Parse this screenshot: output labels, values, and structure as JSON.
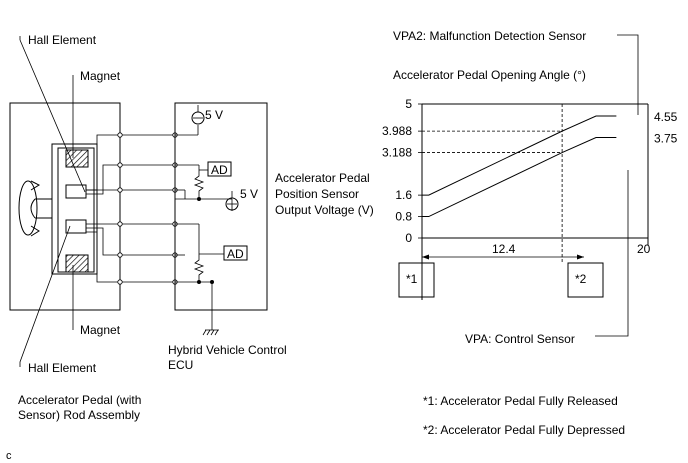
{
  "left": {
    "hall_element_top": "Hall Element",
    "magnet_top": "Magnet",
    "magnet_bottom": "Magnet",
    "hall_element_bottom": "Hall Element",
    "assembly_line1": "Accelerator Pedal (with",
    "assembly_line2": "Sensor) Rod Assembly",
    "supply_top": "5 V",
    "supply_mid": "5 V",
    "ad_top": "AD",
    "ad_bottom": "AD",
    "ecu_line1": "Hybrid Vehicle Control",
    "ecu_line2": "ECU",
    "output_line1": "Accelerator Pedal",
    "output_line2": "Position Sensor",
    "output_line3": "Output Voltage (V)",
    "corner_mark": "c"
  },
  "chart_labels": {
    "vpa2": "VPA2: Malfunction Detection Sensor",
    "angle_title": "Accelerator Pedal Opening Angle (°)",
    "vpa": "VPA: Control Sensor",
    "mark1": "*1",
    "mark2": "*2",
    "angle_12_4": "12.4",
    "angle_20": "20",
    "legend1": "*1: Accelerator Pedal Fully Released",
    "legend2": "*2: Accelerator Pedal Fully Depressed"
  },
  "chart_data": {
    "type": "line",
    "ylim": [
      0,
      5
    ],
    "y_ticks": [
      "5",
      "3.988",
      "3.188",
      "1.6",
      "0.8",
      "0"
    ],
    "y_tick_values": [
      5,
      3.988,
      3.188,
      1.6,
      0.8,
      0
    ],
    "right_labels": [
      "4.55",
      "3.75"
    ],
    "series": [
      {
        "name": "VPA2: Malfunction Detection Sensor",
        "x": [
          0,
          0.6,
          12.4,
          15.4,
          17.2
        ],
        "y": [
          1.6,
          1.6,
          3.988,
          4.55,
          4.55
        ]
      },
      {
        "name": "VPA: Control Sensor",
        "x": [
          0,
          0.6,
          12.4,
          15.4,
          17.2
        ],
        "y": [
          0.8,
          0.8,
          3.188,
          3.75,
          3.75
        ]
      }
    ]
  }
}
